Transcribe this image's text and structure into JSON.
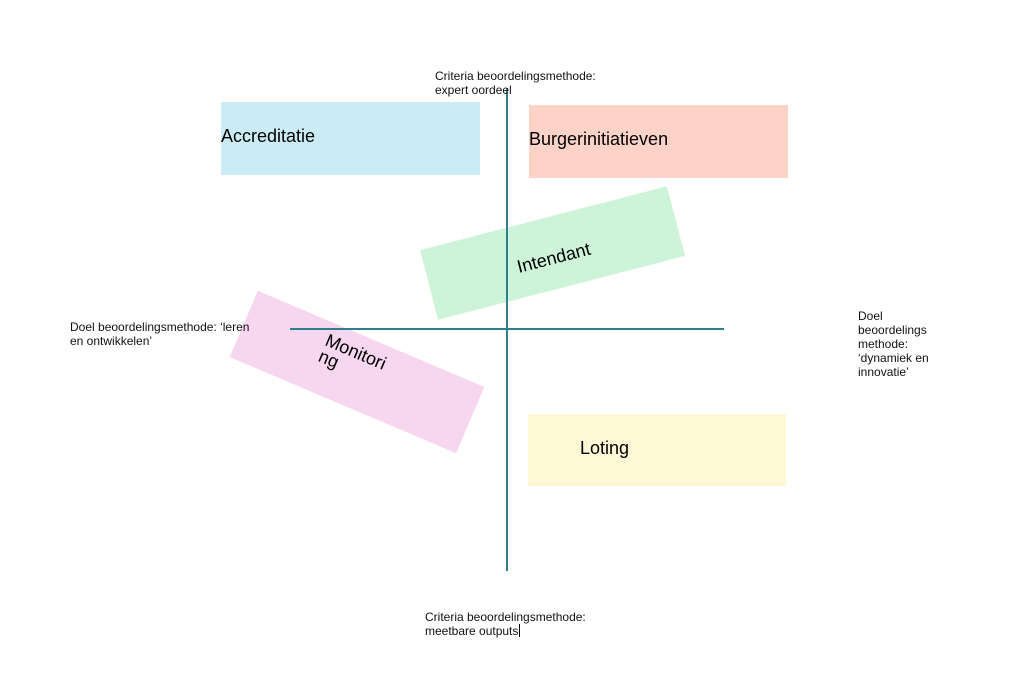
{
  "colors": {
    "axis": "#2f7f8a",
    "accreditatie": "#cbecf5",
    "burgerinitiatieven": "#fed3c7",
    "intendant": "#cdf4d8",
    "monitoring": "#f7d6ef",
    "loting": "#fef8d5"
  },
  "axes": {
    "top": "Criteria beoordelingsmethode:\nexpert oordeel",
    "bottom": "Criteria beoordelingsmethode:\nmeetbare outputs",
    "left": "Doel beoordelingsmethode: ‘leren\nen ontwikkelen’",
    "right": "Doel\nbeoordelings\nmethode:\n‘dynamiek en\ninnovatie’"
  },
  "cards": {
    "accreditatie": "Accreditatie",
    "burgerinitiatieven": "Burgerinitiatieven",
    "intendant": "Intendant",
    "monitoring": "Monitoring",
    "loting": "Loting"
  }
}
